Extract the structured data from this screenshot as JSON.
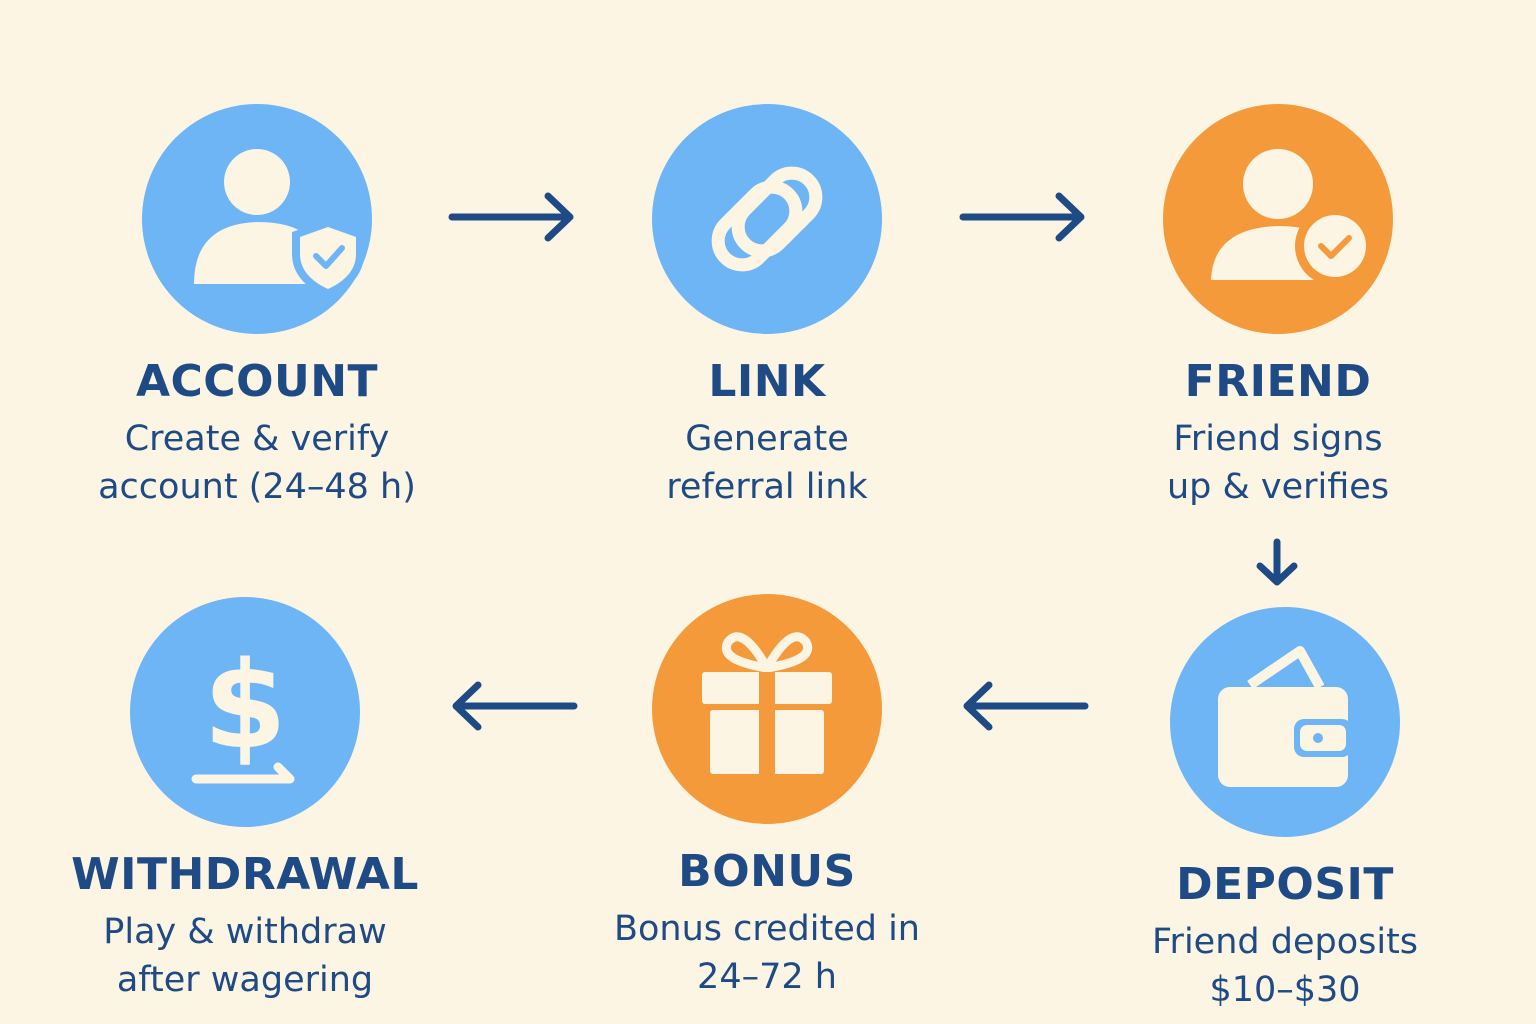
{
  "colors": {
    "background": "#fdf5e4",
    "blue_circle": "#6eb5f5",
    "orange_circle": "#f49a3b",
    "text": "#1e4a85",
    "arrow": "#1e4a85",
    "icon_fill": "#fdf5e4"
  },
  "steps": [
    {
      "title": "ACCOUNT",
      "desc_line1": "Create & verify",
      "desc_line2": "account (24–48 h)",
      "icon": "user-shield-icon",
      "color": "blue"
    },
    {
      "title": "LINK",
      "desc_line1": "Generate",
      "desc_line2": "referral link",
      "icon": "chain-link-icon",
      "color": "blue"
    },
    {
      "title": "FRIEND",
      "desc_line1": "Friend signs",
      "desc_line2": "up & verifies",
      "icon": "user-check-icon",
      "color": "orange"
    },
    {
      "title": "DEPOSIT",
      "desc_line1": "Friend deposits",
      "desc_line2": "$10–$30",
      "icon": "wallet-icon",
      "color": "blue"
    },
    {
      "title": "BONUS",
      "desc_line1": "Bonus credited in",
      "desc_line2": "24–72 h",
      "icon": "gift-icon",
      "color": "orange"
    },
    {
      "title": "WITHDRAWAL",
      "desc_line1": "Play & withdraw",
      "desc_line2": "after wagering",
      "icon": "dollar-withdraw-icon",
      "color": "blue"
    }
  ],
  "arrows": [
    "arrow-right-icon",
    "arrow-right-icon",
    "arrow-down-icon",
    "arrow-left-icon",
    "arrow-left-icon"
  ]
}
